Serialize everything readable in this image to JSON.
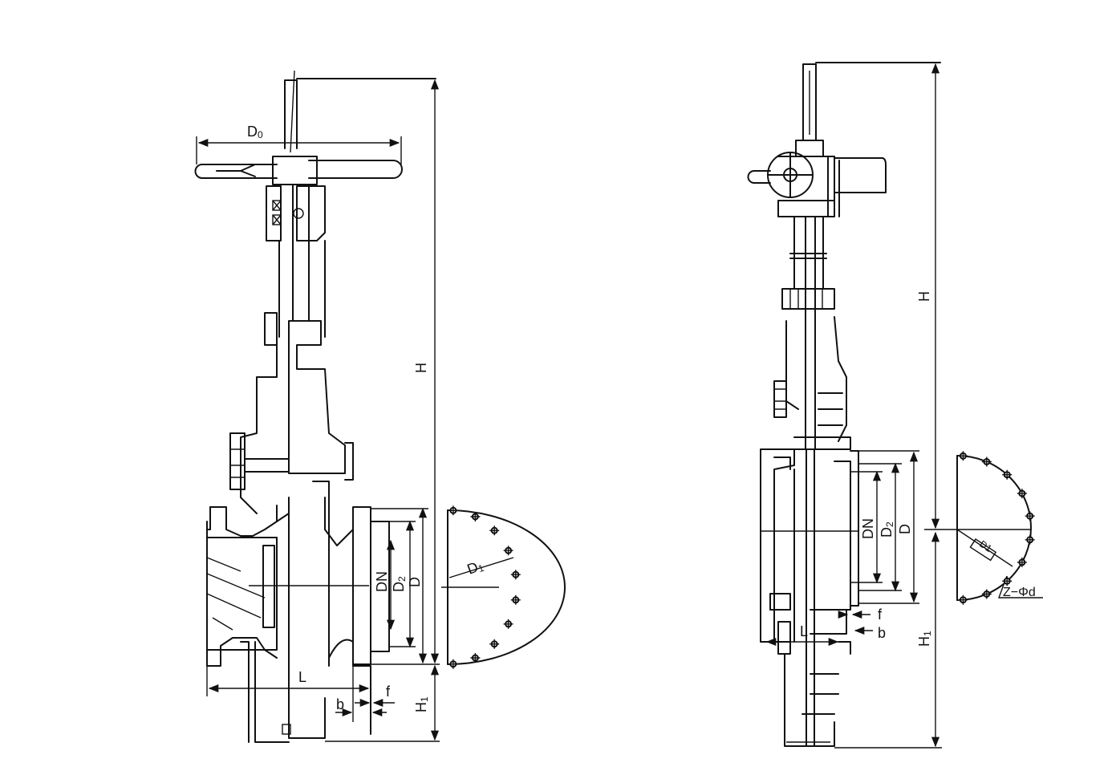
{
  "left_view": {
    "labels": {
      "D0": "D",
      "D0_sub": "0",
      "H": "H",
      "H1": "H",
      "H1_sub": "1",
      "DN": "DN",
      "D2": "D",
      "D2_sub": "2",
      "D": "D",
      "D1": "D",
      "D1_sub": "1",
      "L": "L",
      "b": "b",
      "f": "f"
    }
  },
  "right_view": {
    "labels": {
      "H": "H",
      "H1": "H",
      "H1_sub": "1",
      "DN": "DN",
      "D2": "D",
      "D2_sub": "2",
      "D": "D",
      "D1": "D1",
      "Zd": "Z−Φd",
      "L": "L",
      "f": "f",
      "b": "b"
    }
  }
}
